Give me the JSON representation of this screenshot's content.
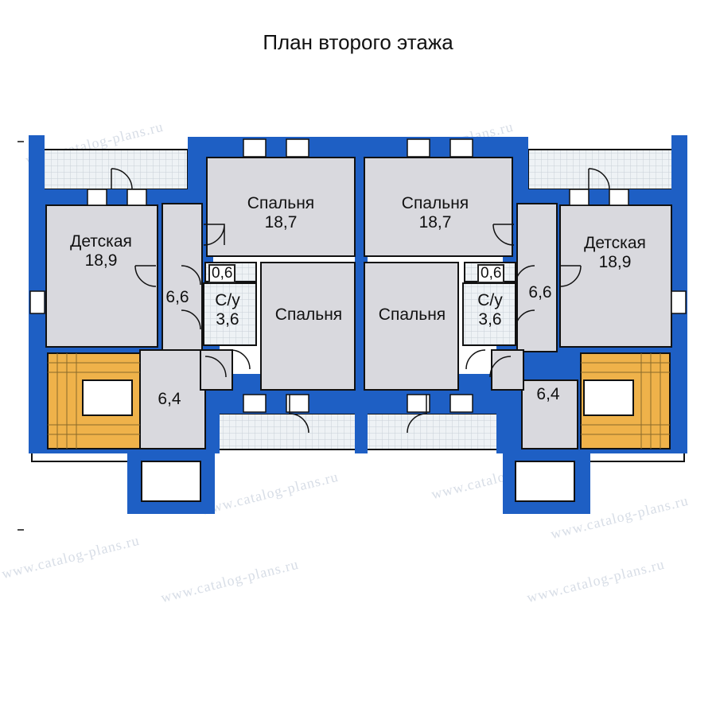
{
  "title": "План второго этажа",
  "rooms": [
    {
      "id": "detskaya-left",
      "name": "Детская",
      "area": "18,9"
    },
    {
      "id": "spalnya-tl",
      "name": "Спальня",
      "area": "18,7"
    },
    {
      "id": "spalnya-tr",
      "name": "Спальня",
      "area": "18,7"
    },
    {
      "id": "detskaya-right",
      "name": "Детская",
      "area": "18,9"
    },
    {
      "id": "spalnya-ml",
      "name": "Спальня",
      "area": ""
    },
    {
      "id": "spalnya-mr",
      "name": "Спальня",
      "area": ""
    },
    {
      "id": "hall-left",
      "name": "",
      "area": "6,6"
    },
    {
      "id": "hall-right",
      "name": "",
      "area": "6,6"
    },
    {
      "id": "wc-left",
      "name": "С/у",
      "area": "3,6"
    },
    {
      "id": "wc-right",
      "name": "С/у",
      "area": "3,6"
    },
    {
      "id": "stair-left",
      "name": "",
      "area": "6,4"
    },
    {
      "id": "stair-right",
      "name": "",
      "area": "6,4"
    }
  ],
  "closets": {
    "left": "0,6",
    "right": "0,6"
  },
  "watermark": "www.catalog-plans.ru",
  "colors": {
    "wall": "#1e5fc4",
    "room": "#d9d9de",
    "terrace": "#eef2f5",
    "stair": "#efb24a",
    "frame": "#111111"
  }
}
